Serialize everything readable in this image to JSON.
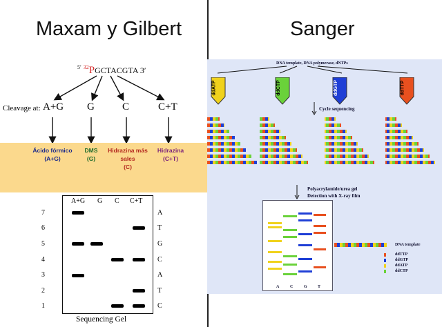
{
  "left": {
    "title": "Maxam y Gilbert",
    "sequence": {
      "prefix": "5′",
      "label_num": "32",
      "label": "P",
      "seq": "GCTACGTA 3′"
    },
    "cleavage_label": "Cleavage at:",
    "cleavages": [
      "A+G",
      "G",
      "C",
      "C+T"
    ],
    "reagents": [
      {
        "lines": [
          "Ácido fórmico",
          "(A+G)"
        ],
        "color": "#1b2a8a"
      },
      {
        "lines": [
          "DMS",
          "(G)"
        ],
        "color": "#1f6b2a"
      },
      {
        "lines": [
          "Hidrazina más",
          "sales",
          "(C)"
        ],
        "color": "#b3261e"
      },
      {
        "lines": [
          "Hidrazina",
          "(C+T)"
        ],
        "color": "#7a1f7a"
      }
    ],
    "band_color": "#fbd98d",
    "gel": {
      "lanes": [
        "A+G",
        "G",
        "C",
        "C+T"
      ],
      "row_numbers": [
        "7",
        "6",
        "5",
        "4",
        "3",
        "2",
        "1"
      ],
      "nucleotides": [
        "A",
        "T",
        "G",
        "C",
        "A",
        "T",
        "C"
      ],
      "caption": "Sequencing Gel"
    }
  },
  "right": {
    "title": "Sanger",
    "top_label": "DNA template, DNA polymerase, dNTPs",
    "tubes": [
      {
        "label": "ddATP",
        "color": "#f0d21c"
      },
      {
        "label": "ddCTP",
        "color": "#6ad23a"
      },
      {
        "label": "ddGTP",
        "color": "#1f3fd6"
      },
      {
        "label": "ddTTP",
        "color": "#e8501f"
      }
    ],
    "cycle_label": "Cycle sequencing",
    "gel_label_1": "Polyacrylamide/urea gel",
    "gel_label_2": "Detection with X-ray film",
    "gel_lanes": [
      "A",
      "C",
      "G",
      "T"
    ],
    "legend_template": "DNA template",
    "legend": [
      {
        "label": "ddTTP",
        "color": "#e8501f"
      },
      {
        "label": "ddGTP",
        "color": "#1f3fd6"
      },
      {
        "label": "ddATP",
        "color": "#f0d21c"
      },
      {
        "label": "ddCTP",
        "color": "#6ad23a"
      }
    ],
    "bg_color": "#dfe6f7"
  }
}
